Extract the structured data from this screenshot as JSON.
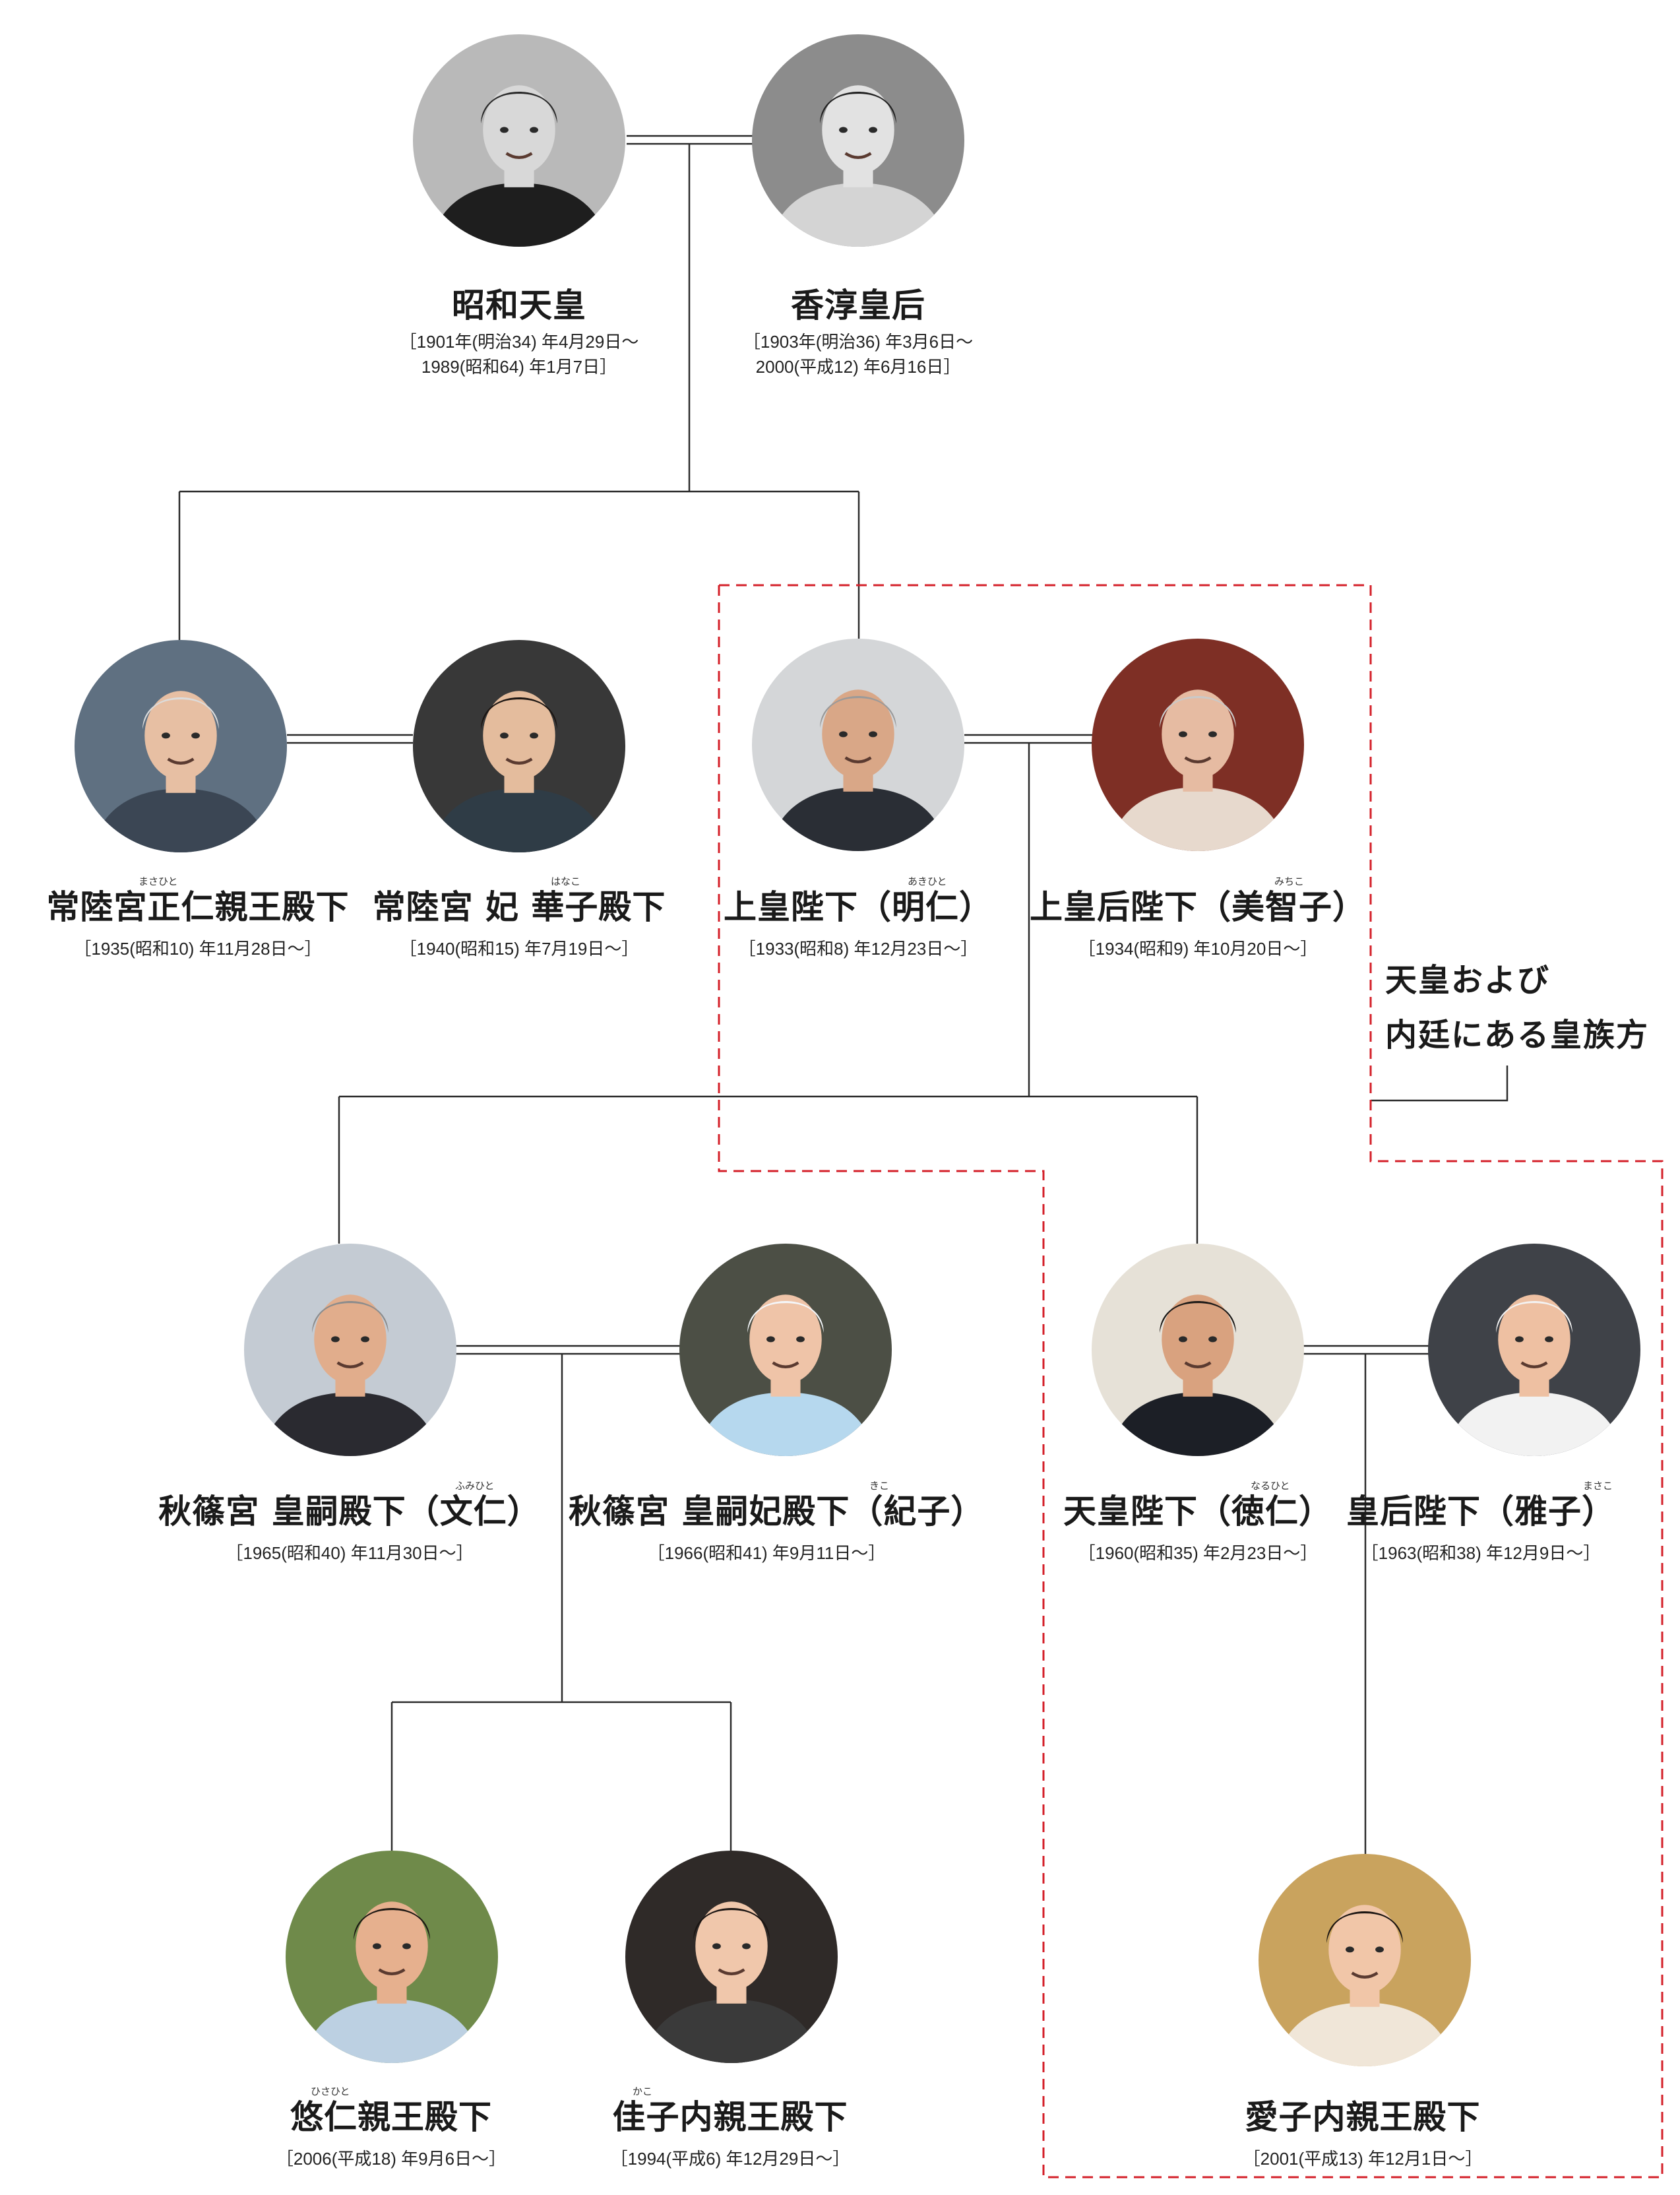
{
  "people": [
    {
      "id": "hirohito",
      "name": "昭和天皇",
      "ruby": "",
      "dates": [
        "［1901年(明治34) 年4月29日〜",
        "1989(昭和64) 年1月7日］"
      ],
      "skin": "#d8d8d8",
      "bg": "#b9b9b9",
      "hair": "#2a2a2a",
      "clothes": "#1e1e1e",
      "photo": "gray"
    },
    {
      "id": "kojun",
      "name": "香淳皇后",
      "ruby": "",
      "dates": [
        "［1903年(明治36) 年3月6日〜",
        "2000(平成12) 年6月16日］"
      ],
      "skin": "#e2e2e2",
      "bg": "#8c8c8c",
      "hair": "#222222",
      "clothes": "#d4d4d4",
      "photo": "gray"
    },
    {
      "id": "hitachi",
      "name": "常陸宮正仁親王殿下",
      "ruby": "まさひと",
      "dates": [
        "［1935(昭和10) 年11月28日〜］"
      ],
      "skin": "#e7bfa3",
      "bg": "#5f7081",
      "hair": "#dcdcdc",
      "clothes": "#3b4654",
      "photo": "color"
    },
    {
      "id": "hanako",
      "name": "常陸宮 妃 華子殿下",
      "ruby": "はなこ",
      "dates": [
        "［1940(昭和15) 年7月19日〜］"
      ],
      "skin": "#e4bc9d",
      "bg": "#383838",
      "hair": "#1b1512",
      "clothes": "#2f3c46",
      "photo": "color"
    },
    {
      "id": "akihito",
      "name": "上皇陛下（明仁）",
      "ruby": "あきひと",
      "dates": [
        "［1933(昭和8) 年12月23日〜］"
      ],
      "skin": "#d9a787",
      "bg": "#d4d6d8",
      "hair": "#9a9a9a",
      "clothes": "#2a2e35",
      "photo": "color"
    },
    {
      "id": "michiko",
      "name": "上皇后陛下（美智子）",
      "ruby": "みちこ",
      "dates": [
        "［1934(昭和9) 年10月20日〜］"
      ],
      "skin": "#e6bba2",
      "bg": "#7e2f25",
      "hair": "#c9c9c9",
      "clothes": "#e7d9cd",
      "photo": "color"
    },
    {
      "id": "fumihito",
      "name": "秋篠宮 皇嗣殿下（文仁）",
      "ruby": "ふみひと",
      "dates": [
        "［1965(昭和40) 年11月30日〜］"
      ],
      "skin": "#e1ad8c",
      "bg": "#c4cbd3",
      "hair": "#8c8c8c",
      "clothes": "#2a2a30",
      "photo": "color"
    },
    {
      "id": "kiko",
      "name": "秋篠宮 皇嗣妃殿下（紀子）",
      "ruby": "きこ",
      "dates": [
        "［1966(昭和41) 年9月11日〜］"
      ],
      "skin": "#efc4a8",
      "bg": "#4c4f45",
      "hair": "#f4f7fa",
      "clothes": "#b6d8ee",
      "photo": "color"
    },
    {
      "id": "naruhito",
      "name": "天皇陛下（徳仁）",
      "ruby": "なるひと",
      "dates": [
        "［1960(昭和35) 年2月23日〜］"
      ],
      "skin": "#d9a27f",
      "bg": "#e6e1d7",
      "hair": "#1d1a18",
      "clothes": "#1c1f26",
      "photo": "color"
    },
    {
      "id": "masako",
      "name": "皇后陛下（雅子）",
      "ruby": "まさこ",
      "dates": [
        "［1963(昭和38) 年12月9日〜］"
      ],
      "skin": "#eec0a2",
      "bg": "#3f4248",
      "hair": "#f3f3f3",
      "clothes": "#f2f2f2",
      "photo": "color"
    },
    {
      "id": "hisahito",
      "name": "悠仁親王殿下",
      "ruby": "ひさひと",
      "dates": [
        "［2006(平成18) 年9月6日〜］"
      ],
      "skin": "#e6b08e",
      "bg": "#6f8a4a",
      "hair": "#1d1814",
      "clothes": "#bcd0e2",
      "photo": "color"
    },
    {
      "id": "kako",
      "name": "佳子内親王殿下",
      "ruby": "かこ",
      "dates": [
        "［1994(平成6) 年12月29日〜］"
      ],
      "skin": "#f0c7ab",
      "bg": "#2f2a28",
      "hair": "#1a1412",
      "clothes": "#3a3a3a",
      "photo": "color"
    },
    {
      "id": "aiko",
      "name": "愛子内親王殿下",
      "ruby": "",
      "dates": [
        "［2001(平成13) 年12月1日〜］"
      ],
      "skin": "#f1c6a8",
      "bg": "#c9a35e",
      "hair": "#1b1512",
      "clothes": "#f0e6d8",
      "photo": "color"
    }
  ],
  "legend": {
    "line1": "天皇および",
    "line2": "内廷にある皇族方"
  },
  "colors": {
    "line": "#2b2b2b",
    "dashed_border": "#d4202a",
    "text": "#1a1a1a"
  }
}
